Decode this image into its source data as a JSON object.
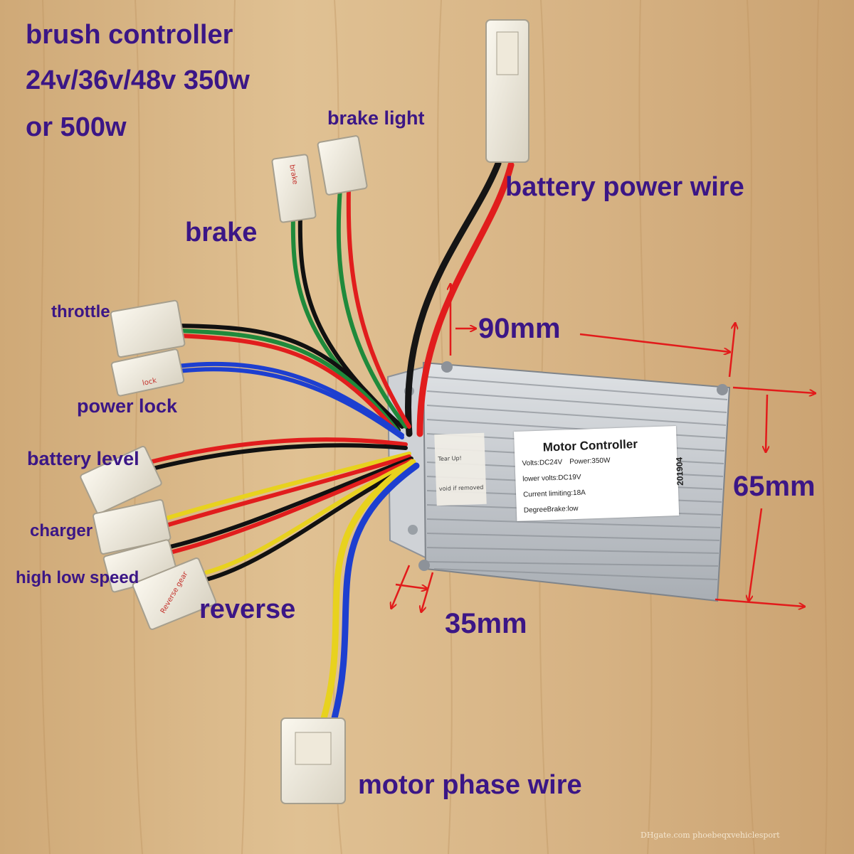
{
  "header": {
    "title_line1": "brush controller",
    "title_line2": "24v/36v/48v 350w",
    "title_line3": "or 500w"
  },
  "labels": {
    "brake_light": "brake light",
    "battery_power_wire": "battery power wire",
    "brake": "brake",
    "throttle": "throttle",
    "power_lock": "power lock",
    "battery_level": "battery level",
    "charger": "charger",
    "high_low_speed": "high low speed",
    "reverse": "reverse",
    "motor_phase_wire": "motor phase wire"
  },
  "dimensions": {
    "length": "90mm",
    "width": "65mm",
    "height": "35mm"
  },
  "nameplate": {
    "title": "Motor Controller",
    "volts": "Volts:DC24V",
    "power": "Power:350W",
    "lower_volts": "lower volts:DC19V",
    "current_limiting": "Current limiting:18A",
    "degree_brake": "DegreeBrake:low",
    "serial": "201904"
  },
  "sticker": {
    "line1": "Tear Up!",
    "line2": "void if removed"
  },
  "connectors": {
    "brake_text": "brake",
    "lock_text": "lock",
    "reverse_text": "Reverse gear"
  },
  "watermark": "DHgate.com phoebeqxvehiclesport",
  "colors": {
    "label_purple": "#3b1686",
    "arrow_red": "#e21b1b",
    "wood": "#d9b98a",
    "aluminum": "#c9ccd0"
  }
}
